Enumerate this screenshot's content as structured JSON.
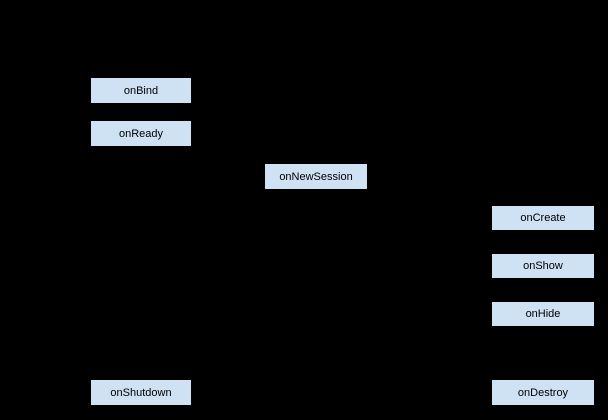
{
  "diagram": {
    "type": "lifecycle-flowchart",
    "background_color": "#000000",
    "node_fill_color": "#cfe2f3",
    "node_border_color": "#000000",
    "nodes": [
      {
        "id": "onBind",
        "label": "onBind"
      },
      {
        "id": "onReady",
        "label": "onReady"
      },
      {
        "id": "onNewSession",
        "label": "onNewSession"
      },
      {
        "id": "onCreate",
        "label": "onCreate"
      },
      {
        "id": "onShow",
        "label": "onShow"
      },
      {
        "id": "onHide",
        "label": "onHide"
      },
      {
        "id": "onShutdown",
        "label": "onShutdown"
      },
      {
        "id": "onDestroy",
        "label": "onDestroy"
      }
    ],
    "edges_note": "connector lines/arrows are not visible against the black background"
  }
}
